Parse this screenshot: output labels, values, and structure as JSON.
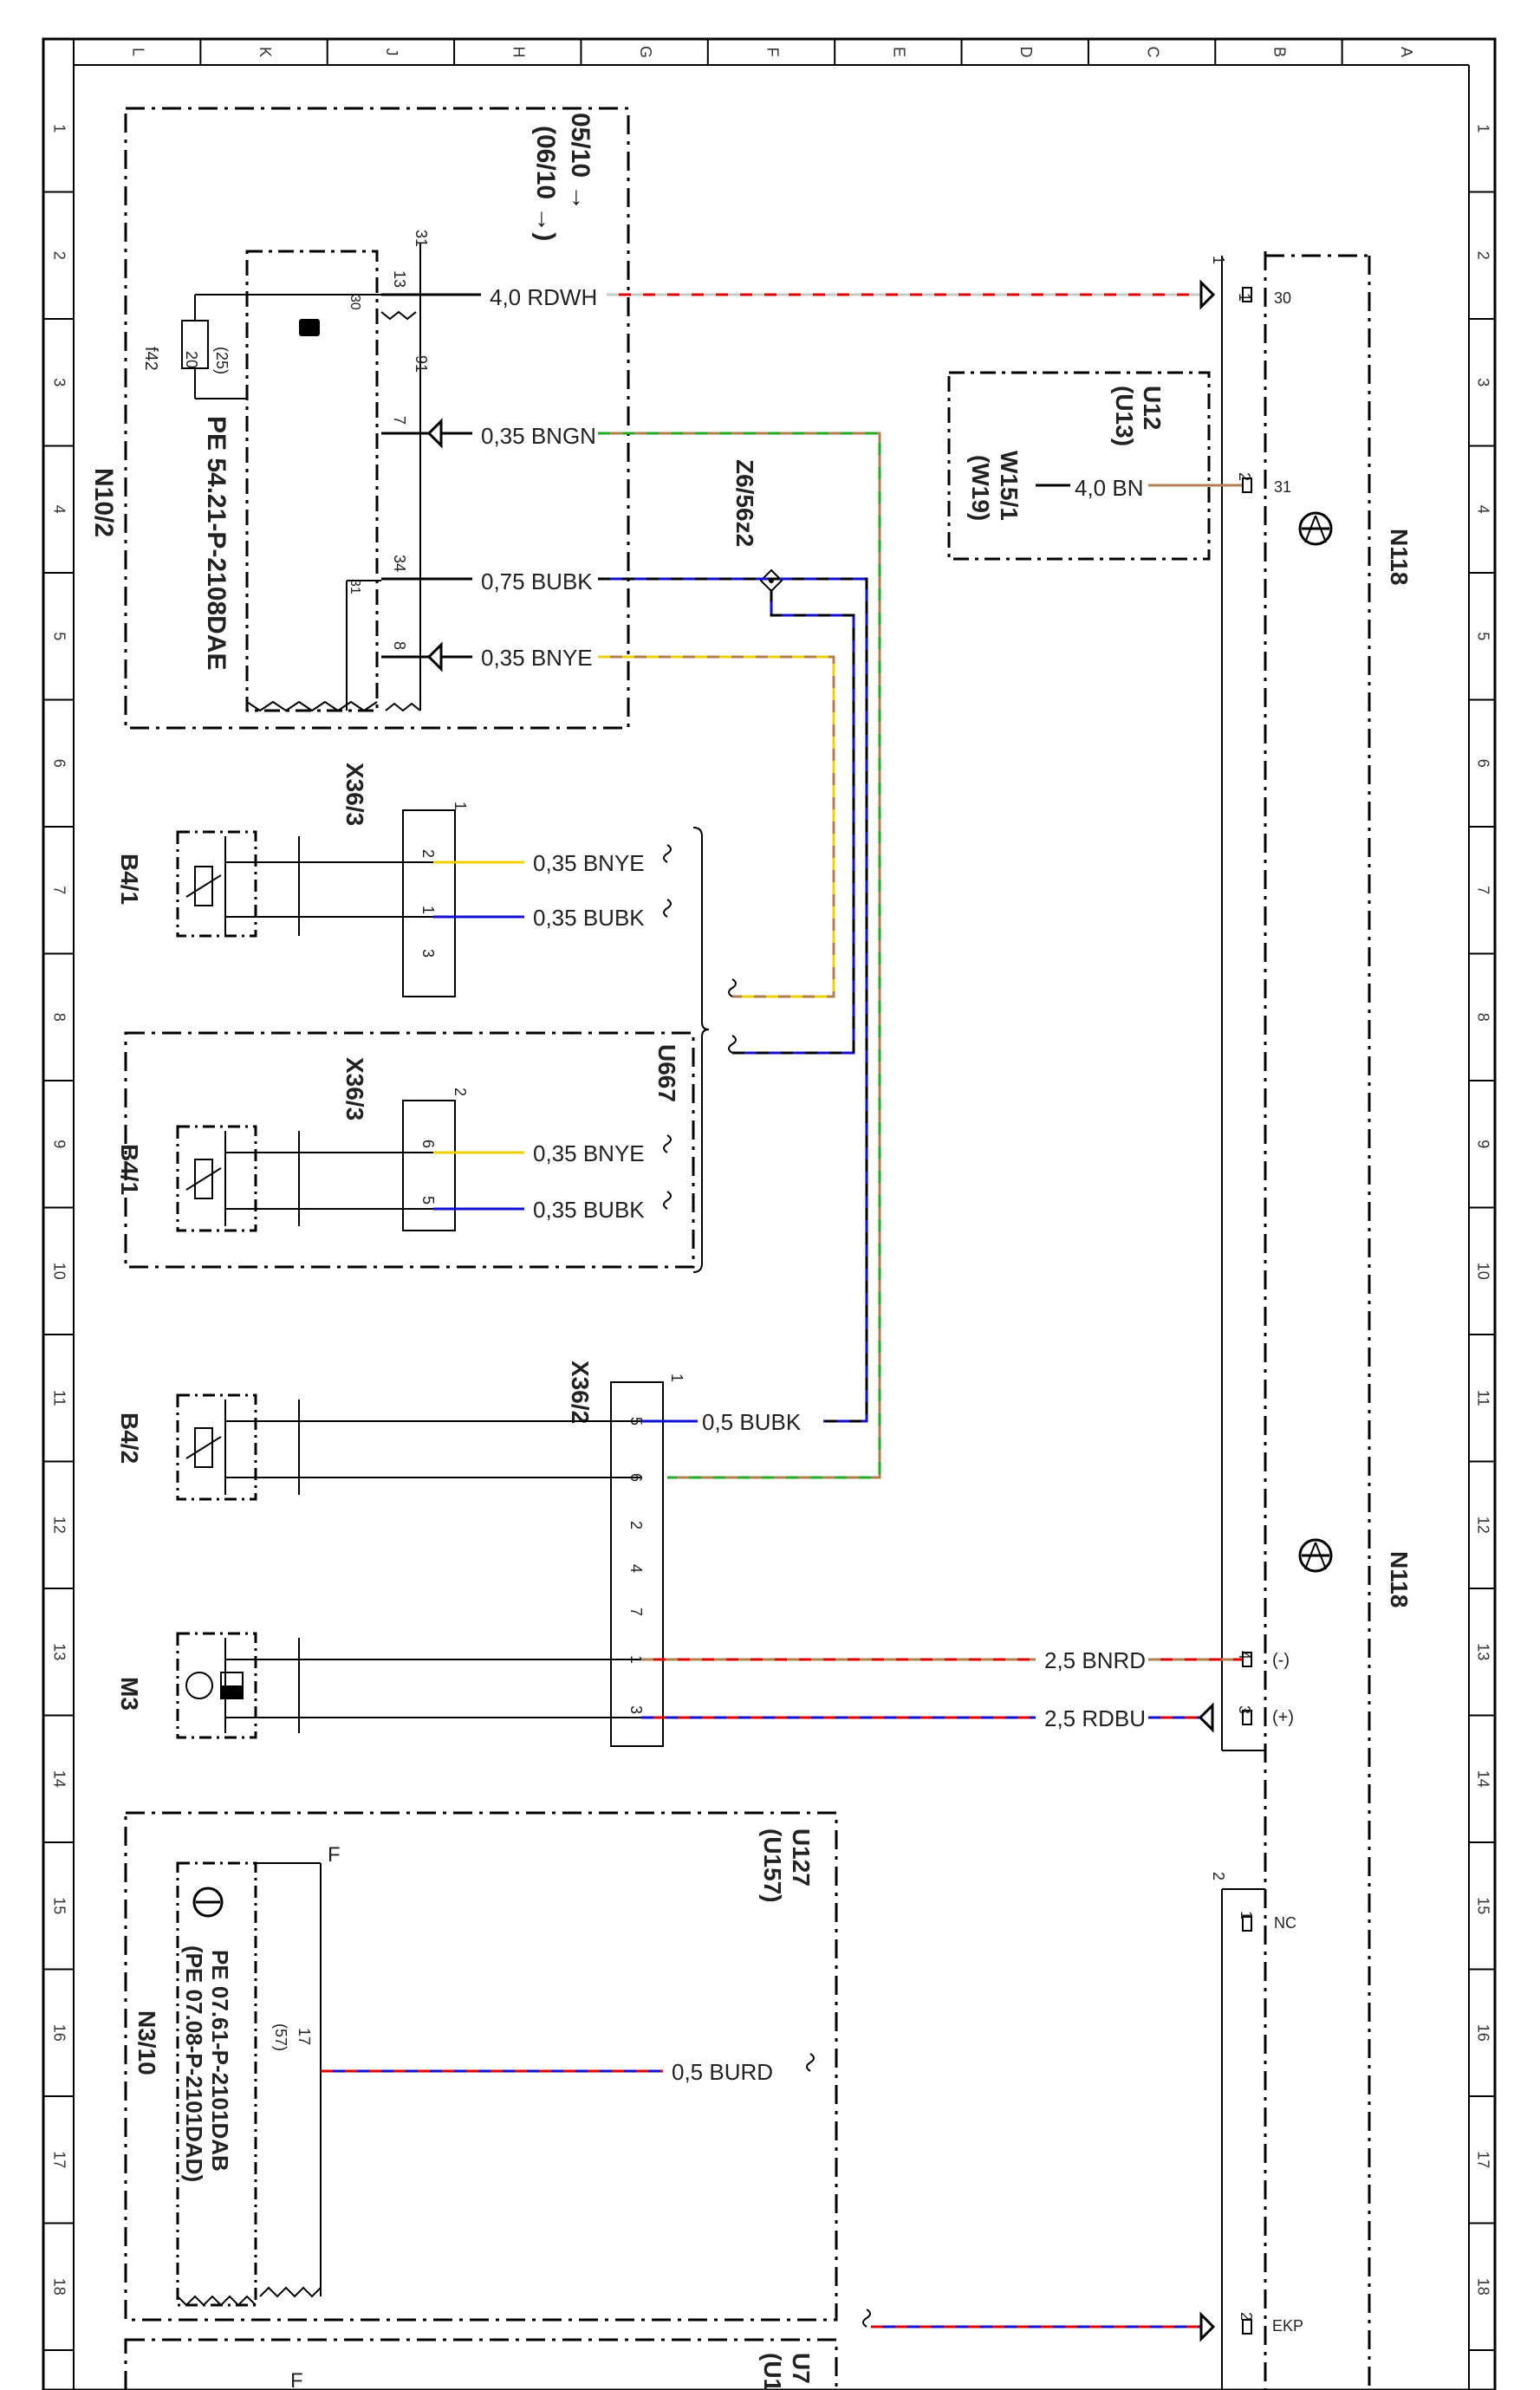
{
  "frame": {
    "columns": [
      "L",
      "K",
      "J",
      "H",
      "G",
      "F",
      "E",
      "D",
      "C",
      "B",
      "A"
    ],
    "rows": [
      "1",
      "2",
      "3",
      "4",
      "5",
      "6",
      "7",
      "8",
      "9",
      "10",
      "11",
      "12",
      "13",
      "14",
      "15",
      "16",
      "17",
      "18"
    ]
  },
  "colors": {
    "RD": "#e00000",
    "WH": "#c8c8c8",
    "BN": "#b08050",
    "GN": "#22aa22",
    "BU": "#1010d0",
    "BK": "#000000",
    "YE": "#f0d000",
    "line": "#000000"
  },
  "components": {
    "n10_2": {
      "name": "N10/2",
      "ref": "PE 54.21-P-2108DAE",
      "date_from": "05/10 →",
      "date_to": "(06/10 →)",
      "fuse_name": "f42",
      "fuse_value": "20",
      "fuse_alt": "(25)",
      "pin_30": "30",
      "pin_31": "31",
      "terminal_31": "31",
      "terminal_91": "91",
      "pins": [
        "13",
        "7",
        "34",
        "8"
      ]
    },
    "n118_top": {
      "name": "N118",
      "pin_30": "30",
      "pin_31": "31",
      "pos_30": "1",
      "pos_31": "2",
      "conn_no": "1"
    },
    "w15_1": {
      "name": "W15/1",
      "alt": "(W19)",
      "variant": "U12",
      "variant_alt": "(U13)"
    },
    "z6": {
      "name": "Z6/56z2"
    },
    "x36_3_a": {
      "name": "X36/3",
      "conn_no": "1",
      "pins": [
        "2",
        "1",
        "3"
      ]
    },
    "b4_1_a": {
      "name": "B4/1"
    },
    "u667": {
      "name": "U667"
    },
    "x36_3_b": {
      "name": "X36/3",
      "conn_no": "2",
      "pins": [
        "6",
        "5"
      ]
    },
    "b4_1_b": {
      "name": "B4/1"
    },
    "x36_2": {
      "name": "X36/2",
      "conn_no": "1",
      "pins": [
        "5",
        "6",
        "2",
        "4",
        "7",
        "1",
        "3"
      ]
    },
    "b4_2": {
      "name": "B4/2"
    },
    "m3": {
      "name": "M3"
    },
    "n118_bottom": {
      "name": "N118",
      "pin_minus": "(-)",
      "pin_plus": "(+)",
      "pos_minus": "4",
      "pos_plus": "3",
      "pin_nc": "NC",
      "pos_nc": "1",
      "conn_no": "2",
      "pin_ekp": "EKP",
      "pos_ekp": "2"
    },
    "n3_10": {
      "name": "N3/10",
      "variant": "U127",
      "variant_alt": "(U157)",
      "ref1": "PE 07.61-P-2101DAB",
      "ref2": "(PE 07.08-P-2101DAD)",
      "pin": "17",
      "pin_alt": "(57)",
      "conn_mark": "F"
    },
    "next_block": {
      "variant": "U7",
      "variant_alt": "(U1",
      "conn_mark": "F"
    }
  },
  "wires": {
    "w1": "4,0 RDWH",
    "w2": "0,35 BNGN",
    "w3": "0,75 BUBK",
    "w4": "0,35 BNYE",
    "w5": "4,0 BN",
    "w6": "0,35 BNYE",
    "w7": "0,35 BUBK",
    "w8": "0,35 BNYE",
    "w9": "0,35 BUBK",
    "w10": "0,5 BUBK",
    "w11": "2,5 BNRD",
    "w12": "2,5 RDBU",
    "w13": "0,5 BURD"
  }
}
